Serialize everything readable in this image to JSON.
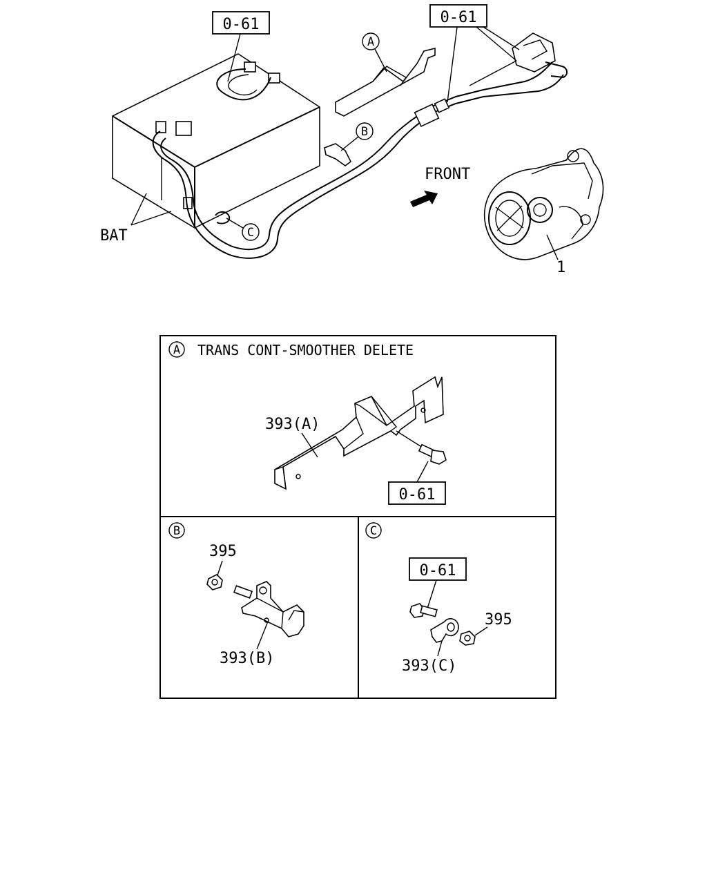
{
  "main": {
    "callouts": {
      "ref_top_left": "0-61",
      "ref_top_right": "0-61",
      "detail_a": "A",
      "detail_b": "B",
      "detail_c": "C",
      "front": "FRONT",
      "bat": "BAT",
      "part_1": "1"
    }
  },
  "panels": {
    "a": {
      "marker": "A",
      "title": "TRANS CONT-SMOOTHER DELETE",
      "part_bracket": "393(A)",
      "ref_bolt": "0-61"
    },
    "b": {
      "marker": "B",
      "part_nut": "395",
      "part_bracket": "393(B)"
    },
    "c": {
      "marker": "C",
      "ref_bolt": "0-61",
      "part_nut": "395",
      "part_bracket": "393(C)"
    }
  },
  "icons": {
    "battery": "battery-icon",
    "starter": "starter-motor-icon",
    "front_arrow": "front-arrow-icon",
    "bolt": "bolt-icon",
    "nut": "nut-icon"
  }
}
